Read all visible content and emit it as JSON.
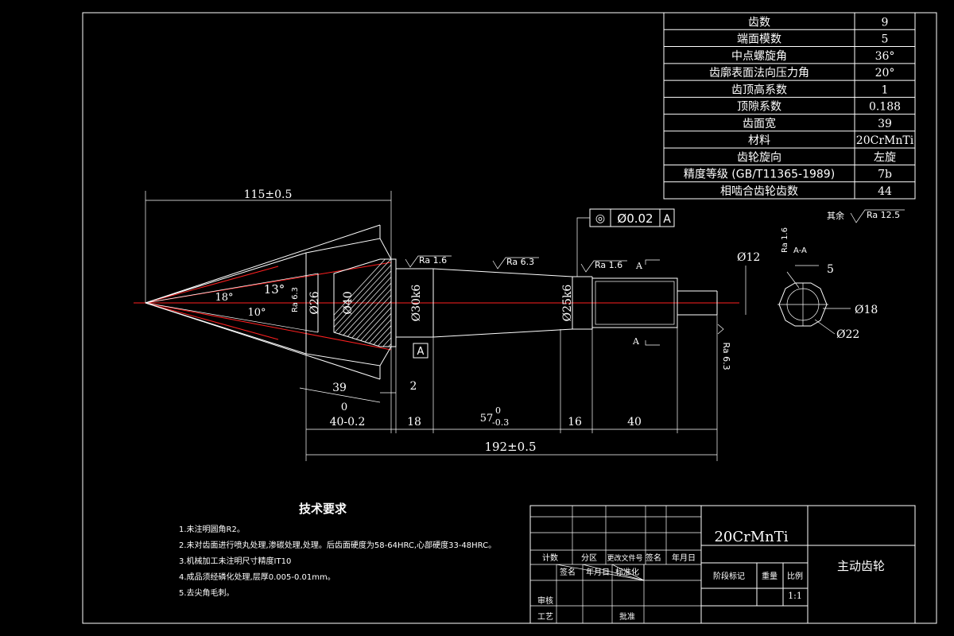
{
  "param_table": [
    {
      "label": "齿数",
      "value": "9"
    },
    {
      "label": "端面模数",
      "value": "5"
    },
    {
      "label": "中点螺旋角",
      "value": "36°"
    },
    {
      "label": "齿廓表面法向压力角",
      "value": "20°"
    },
    {
      "label": "齿顶高系数",
      "value": "1"
    },
    {
      "label": "顶隙系数",
      "value": "0.188"
    },
    {
      "label": "齿面宽",
      "value": "39"
    },
    {
      "label": "材料",
      "value": "20CrMnTi"
    },
    {
      "label": "齿轮旋向",
      "value": "左旋"
    },
    {
      "label": "精度等级 (GB/T11365-1989)",
      "value": "7b"
    },
    {
      "label": "相啮合齿轮齿数",
      "value": "44"
    }
  ],
  "dims": {
    "len_115": "115±0.5",
    "ang_18": "18°",
    "ang_13": "13°",
    "ang_10": "10°",
    "ra63_a": "Ra 6.3",
    "d26": "Ø26",
    "d40": "Ø40",
    "d30": "Ø30k6",
    "d25": "Ø25k6",
    "ra16_a": "Ra 1.6",
    "ra63_b": "Ra 6.3",
    "ra16_b": "Ra 1.6",
    "tol_sym": "◎",
    "tol_val": "Ø0.02",
    "tol_ref": "A",
    "datum": "A",
    "sec_a_top": "A",
    "sec_a_bot": "A",
    "ra63_c": "Ra 6.3",
    "d12": "Ø12",
    "len_39": "39",
    "len_2": "2",
    "len_0": "0",
    "len_40a": "40-0.2",
    "len_18": "18",
    "len_57": "57",
    "len_57_up": "0",
    "len_57_dn": "-0.3",
    "len_16": "16",
    "len_40b": "40",
    "len_192": "192±0.5",
    "rest_label": "其余",
    "ra125": "Ra 12.5",
    "sec_label": "A-A",
    "sec_ra": "Ra 1.6",
    "sec_5": "5",
    "sec_d18": "Ø18",
    "sec_d22": "Ø22"
  },
  "notes": {
    "title": "技术要求",
    "items": [
      "1.未注明圆角R2。",
      "2.未对齿面进行喷丸处理,渗碳处理,处理。后齿面硬度为58-64HRC,心部硬度33-48HRC。",
      "3.机械加工未注明尺寸精度IT10",
      "4.成品须经磷化处理,层厚0.005-0.01mm。",
      "5.去尖角毛刺。"
    ]
  },
  "title_block": {
    "material": "20CrMnTi",
    "part_name": "主动齿轮",
    "scale": "1:1",
    "h_count": "计数",
    "h_zone": "分区",
    "h_docno": "更改文件号",
    "h_sign": "签名",
    "h_date": "年月日",
    "h_sign2": "签名",
    "h_date2": "年月日",
    "h_std": "标准化",
    "h_stage": "阶段标记",
    "h_weight": "重量",
    "h_scale": "比例",
    "h_review": "审核",
    "h_process": "工艺",
    "h_approve": "批准"
  }
}
